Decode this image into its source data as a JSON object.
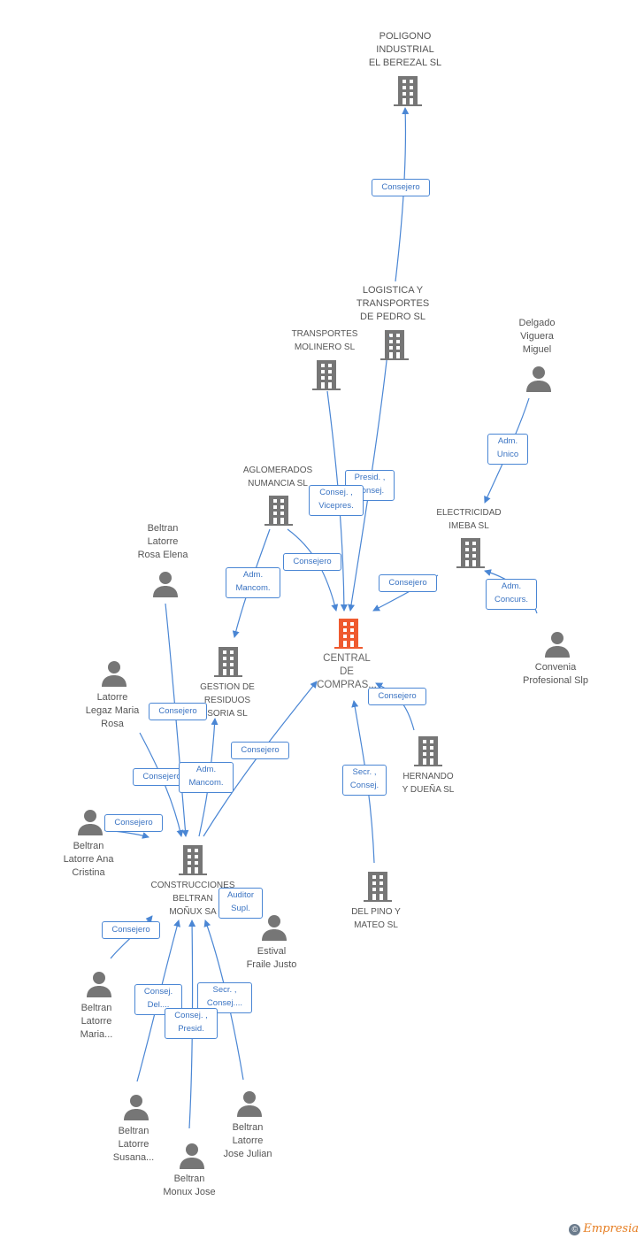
{
  "colors": {
    "building": "#767676",
    "center": "#ef5a2f",
    "person": "#767676",
    "edge": "#4a86d4"
  },
  "nodes": {
    "poligono": "POLIGONO\nINDUSTRIAL\nEL BEREZAL SL",
    "logistica": "LOGISTICA Y\nTRANSPORTES\nDE PEDRO SL",
    "transportes_molinero": "TRANSPORTES\nMOLINERO SL",
    "delgado": "Delgado\nViguera\nMiguel",
    "aglomerados": "AGLOMERADOS\nNUMANCIA SL",
    "electricidad": "ELECTRICIDAD\nIMEBA SL",
    "beltran_rosa": "Beltran\nLatorre\nRosa Elena",
    "central": "CENTRAL\nDE\nCOMPRAS...",
    "convenia": "Convenia\nProfesional Slp",
    "gestion": "GESTION DE\nRESIDUOS\nSORIA SL",
    "latorre_legaz": "Latorre\nLegaz Maria\nRosa",
    "hernando": "HERNANDO\nY DUEÑA SL",
    "beltran_ana": "Beltran\nLatorre Ana\nCristina",
    "construcciones": "CONSTRUCCIONES\nBELTRAN\nMOÑUX SA",
    "del_pino": "DEL PINO Y\nMATEO  SL",
    "estival": "Estival\nFraile Justo",
    "beltran_maria": "Beltran\nLatorre\nMaria...",
    "beltran_susana": "Beltran\nLatorre\nSusana...",
    "beltran_jose_julian": "Beltran\nLatorre\nJose Julian",
    "beltran_monux": "Beltran\nMonux Jose"
  },
  "relations": {
    "r1": "Consejero",
    "r2": "Presid. ,\nConsej.",
    "r3": "Consej. ,\nVicepres.",
    "r4": "Adm.\nUnico",
    "r5": "Consejero",
    "r6": "Adm.\nMancom.",
    "r7": "Consejero",
    "r8": "Adm.\nConcurs.",
    "r9": "Consejero",
    "r10": "Consejero",
    "r11": "Consejero",
    "r12": "Consejero",
    "r13": "Adm.\nMancom.",
    "r14": "Secr. ,\nConsej.",
    "r15": "Consejero",
    "r16": "Auditor\nSupl.",
    "r17": "Consejero",
    "r18": "Consej.\nDel....",
    "r19": "Secr. ,\nConsej....",
    "r20": "Consej. ,\nPresid."
  },
  "footer": {
    "copyright": "©",
    "brand": "Empresia"
  }
}
